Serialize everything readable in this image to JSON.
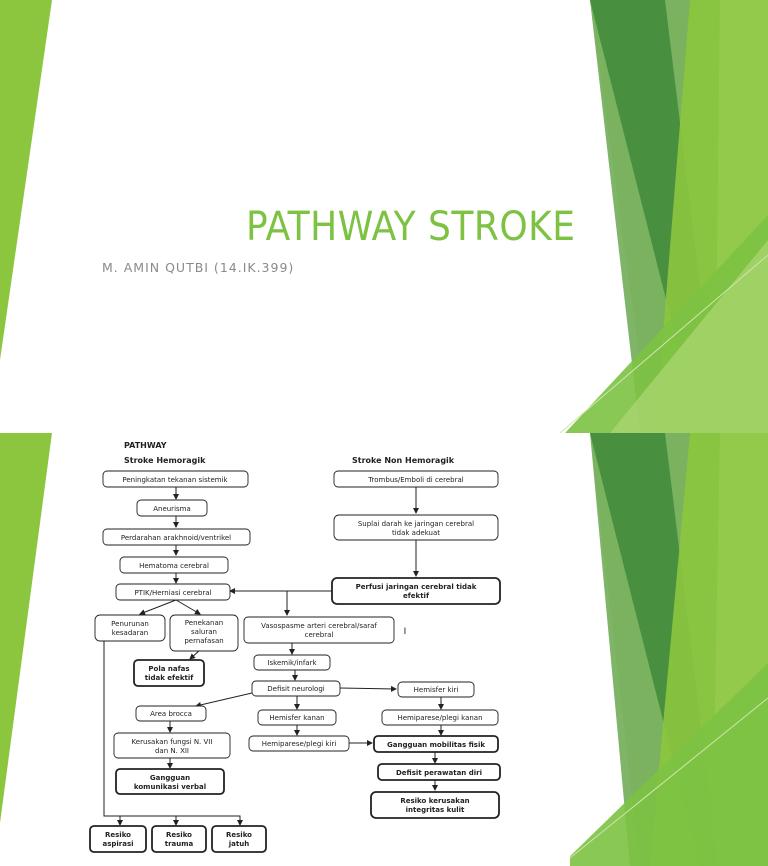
{
  "slide1": {
    "title": "PATHWAY STROKE",
    "subtitle": "M. AMIN QUTBI (14.IK.399)"
  },
  "slide2": {
    "heading": "PATHWAY",
    "left_branch_title": "Stroke Hemoragik",
    "right_branch_title": "Stroke Non Hemoragik",
    "nodes": {
      "peningkatan": "Peningkatan tekanan sistemik",
      "aneurisma": "Aneurisma",
      "perdarahan": "Perdarahan arakhnoid/ventrikel",
      "hematoma": "Hematoma cerebral",
      "ptik": "PTIK/Herniasi cerebral",
      "penurunan_1": "Penurunan",
      "penurunan_2": "kesadaran",
      "penekanan_1": "Penekanan",
      "penekanan_2": "saluran",
      "penekanan_3": "pernafasan",
      "pola_1": "Pola nafas",
      "pola_2": "tidak efektif",
      "trombus": "Trombus/Emboli di cerebral",
      "suplai_1": "Suplai darah ke jaringan cerebral",
      "suplai_2": "tidak adekuat",
      "perfusi_1": "Perfusi jaringan cerebral tidak",
      "perfusi_2": "efektif",
      "vasospasme_1": "Vasospasme arteri cerebral/saraf",
      "vasospasme_2": "cerebral",
      "iskemik": "Iskemik/infark",
      "defisit_neurologi": "Defisit neurologi",
      "area_brocca": "Area brocca",
      "hemisfer_kiri": "Hemisfer kiri",
      "hemisfer_kanan": "Hemisfer kanan",
      "hemiparese_kanan": "Hemiparese/plegi kanan",
      "hemiparese_kiri": "Hemiparese/plegi kiri",
      "kerusakan_1": "Kerusakan fungsi N. VII",
      "kerusakan_2": "dan N. XII",
      "gangguan_mobilitas": "Gangguan mobilitas fisik",
      "gangguan_kom_1": "Gangguan",
      "gangguan_kom_2": "komunikasi verbal",
      "defisit_perawatan": "Defisit perawatan diri",
      "resiko_kerusakan_1": "Resiko kerusakan",
      "resiko_kerusakan_2": "integritas kulit",
      "resiko_aspirasi_1": "Resiko",
      "resiko_aspirasi_2": "aspirasi",
      "resiko_trauma_1": "Resiko",
      "resiko_trauma_2": "trauma",
      "resiko_jatuh_1": "Resiko",
      "resiko_jatuh_2": "jatuh"
    },
    "stray_mark": "I"
  },
  "colors": {
    "title_green": "#7dc242",
    "bright_green": "#8cc63f",
    "dark_green": "#3f8a3b",
    "light_green": "#d5e8b8"
  }
}
